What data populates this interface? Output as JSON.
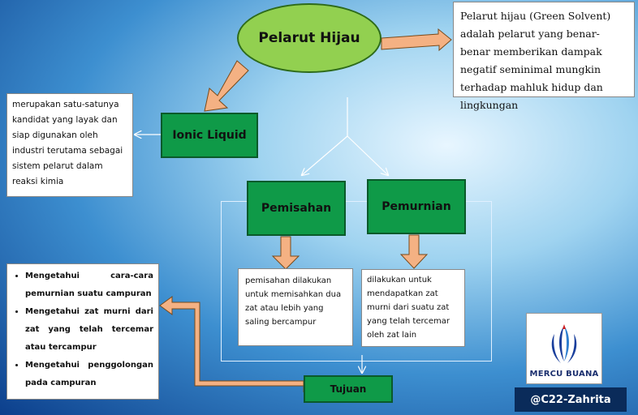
{
  "nodes": {
    "main": "Pelarut Hijau",
    "green_solvent_def": "Pelarut hijau (Green Solvent) adalah pelarut yang benar-benar memberikan dampak negatif seminimal mungkin terhadap mahluk hidup dan lingkungan",
    "ionic_liquid": "Ionic Liquid",
    "ionic_liquid_desc": "merupakan satu-satunya kandidat yang layak dan siap digunakan oleh industri terutama sebagai sistem pelarut dalam reaksi kimia",
    "pemisahan": "Pemisahan",
    "pemisahan_desc": "pemisahan dilakukan untuk memisahkan dua zat atau lebih yang saling bercampur",
    "pemurnian": "Pemurnian",
    "pemurnian_desc": "dilakukan untuk mendapatkan zat murni dari suatu zat yang telah tercemar oleh zat lain",
    "tujuan": "Tujuan",
    "goals": [
      "Mengetahui cara-cara pemurnian suatu campuran",
      "Mengetahui zat murni dari zat yang telah tercemar atau tercampur",
      "Mengetahui penggolongan pada campuran"
    ]
  },
  "logo": {
    "text": "MERCU BUANA",
    "colors": [
      "#1a3f9c",
      "#2f7fd0",
      "#d02020"
    ]
  },
  "watermark": "@C22-Zahrita",
  "colors": {
    "box_green": "#0f9a48",
    "oval_green": "#92d050",
    "arrow_fill": "#f4b183"
  }
}
